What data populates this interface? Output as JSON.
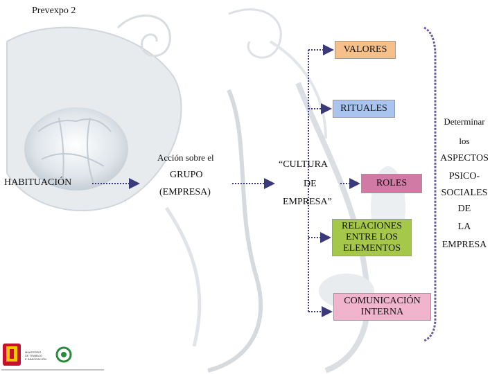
{
  "header": {
    "title": "Prevexpo 2"
  },
  "colors": {
    "valores_fill": "#f5c08a",
    "rituales_fill": "#a9c4ee",
    "roles_fill": "#d27aa6",
    "relaciones_fill": "#a6c84a",
    "comunicacion_fill": "#f0b4cc",
    "arrow": "#3a3a7a",
    "bracket": "#6a5a9a"
  },
  "diagram": {
    "habituacion": "HABITUACIÓN",
    "accion_line1": "Acción sobre el",
    "accion_line2": "GRUPO",
    "accion_line3": "(EMPRESA)",
    "cultura_line1": "“CULTURA",
    "cultura_line2": "DE",
    "cultura_line3": "EMPRESA”",
    "valores": "VALORES",
    "rituales": "RITUALES",
    "roles": "ROLES",
    "relaciones_line1": "RELACIONES",
    "relaciones_line2": "ENTRE LOS",
    "relaciones_line3": "ELEMENTOS",
    "comunicacion_line1": "COMUNICACIÓN",
    "comunicacion_line2": "INTERNA"
  },
  "right_column": {
    "w1": "Determinar",
    "w2": "los",
    "w3": "ASPECTOS",
    "w4": "PSICO-",
    "w5": "SOCIALES",
    "w6": "DE",
    "w7": "LA",
    "w8": "EMPRESA"
  },
  "footer": {
    "ministerio_1": "MINISTERIO",
    "ministerio_2": "DE TRABAJO",
    "ministerio_3": "E INMIGRACIÓN"
  }
}
